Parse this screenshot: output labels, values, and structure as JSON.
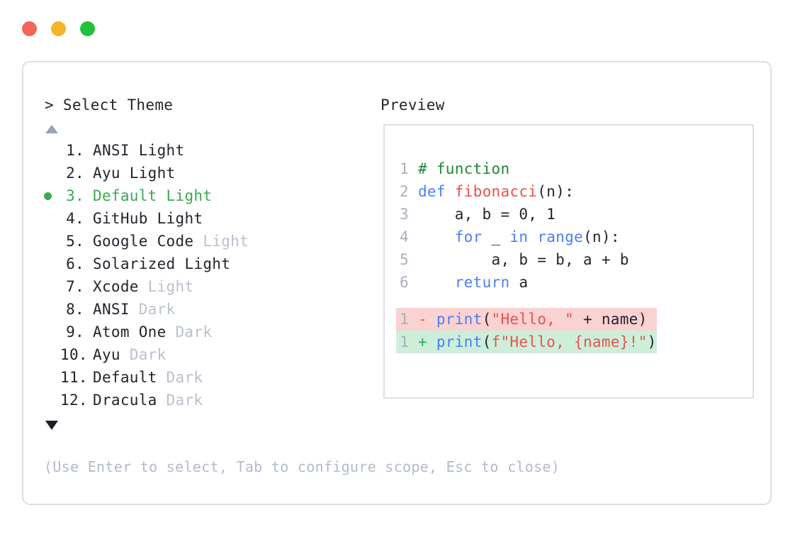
{
  "window": {
    "traffic_lights": [
      {
        "name": "close-button",
        "color": "#f2655c"
      },
      {
        "name": "minimize-button",
        "color": "#f5b52a"
      },
      {
        "name": "maximize-button",
        "color": "#22c03c"
      }
    ]
  },
  "prompt": {
    "symbol": ">",
    "text": "Select Theme",
    "full": "> Select Theme"
  },
  "scroll": {
    "up_arrow": "▲",
    "down_arrow": "▼",
    "up_color": "#9ba3b5",
    "down_color": "#1d1d28"
  },
  "themes": {
    "selected_index": 3,
    "selected_color": "#3aaa4f",
    "variant_color": "#b9c0cd",
    "items": [
      {
        "num": "1.",
        "name": "ANSI",
        "variant": "Light",
        "variant_dim": false,
        "selected": false
      },
      {
        "num": "2.",
        "name": "Ayu",
        "variant": "Light",
        "variant_dim": false,
        "selected": false
      },
      {
        "num": "3.",
        "name": "Default",
        "variant": "Light",
        "variant_dim": false,
        "selected": true
      },
      {
        "num": "4.",
        "name": "GitHub",
        "variant": "Light",
        "variant_dim": false,
        "selected": false
      },
      {
        "num": "5.",
        "name": "Google Code",
        "variant": "Light",
        "variant_dim": true,
        "selected": false
      },
      {
        "num": "6.",
        "name": "Solarized",
        "variant": "Light",
        "variant_dim": false,
        "selected": false
      },
      {
        "num": "7.",
        "name": "Xcode",
        "variant": "Light",
        "variant_dim": true,
        "selected": false
      },
      {
        "num": "8.",
        "name": "ANSI",
        "variant": "Dark",
        "variant_dim": true,
        "selected": false
      },
      {
        "num": "9.",
        "name": "Atom One",
        "variant": "Dark",
        "variant_dim": true,
        "selected": false
      },
      {
        "num": "10.",
        "name": "Ayu",
        "variant": "Dark",
        "variant_dim": true,
        "selected": false
      },
      {
        "num": "11.",
        "name": "Default",
        "variant": "Dark",
        "variant_dim": true,
        "selected": false
      },
      {
        "num": "12.",
        "name": "Dracula",
        "variant": "Dark",
        "variant_dim": true,
        "selected": false
      }
    ]
  },
  "hint": {
    "text": "(Use Enter to select, Tab to configure scope, Esc to close)"
  },
  "preview": {
    "label": "Preview",
    "code_lines": [
      {
        "ln": "1",
        "tokens": [
          {
            "t": "# function",
            "c": "comment"
          }
        ]
      },
      {
        "ln": "2",
        "tokens": [
          {
            "t": "def ",
            "c": "kw"
          },
          {
            "t": "fibonacci",
            "c": "fn"
          },
          {
            "t": "(n):",
            "c": "punct"
          }
        ]
      },
      {
        "ln": "3",
        "tokens": [
          {
            "t": "    a, b = 0, 1",
            "c": "plain"
          }
        ]
      },
      {
        "ln": "4",
        "tokens": [
          {
            "t": "    ",
            "c": "plain"
          },
          {
            "t": "for",
            "c": "kw"
          },
          {
            "t": " _ ",
            "c": "plain"
          },
          {
            "t": "in",
            "c": "kw"
          },
          {
            "t": " ",
            "c": "plain"
          },
          {
            "t": "range",
            "c": "builtin"
          },
          {
            "t": "(n):",
            "c": "punct"
          }
        ]
      },
      {
        "ln": "5",
        "tokens": [
          {
            "t": "        a, b = b, a + b",
            "c": "plain"
          }
        ]
      },
      {
        "ln": "6",
        "tokens": [
          {
            "t": "    ",
            "c": "plain"
          },
          {
            "t": "return",
            "c": "kw"
          },
          {
            "t": " a",
            "c": "plain"
          }
        ]
      }
    ],
    "diff_lines": [
      {
        "ln": "1",
        "marker": "-",
        "kind": "del",
        "bg": "#fad2d2",
        "tokens": [
          {
            "t": "print",
            "c": "builtin"
          },
          {
            "t": "(",
            "c": "punct"
          },
          {
            "t": "\"Hello, \"",
            "c": "str"
          },
          {
            "t": " + name)",
            "c": "plain"
          }
        ]
      },
      {
        "ln": "1",
        "marker": "+",
        "kind": "add",
        "bg": "#cdefda",
        "tokens": [
          {
            "t": "print",
            "c": "builtin"
          },
          {
            "t": "(",
            "c": "punct"
          },
          {
            "t": "f\"Hello, {name}!\"",
            "c": "str"
          },
          {
            "t": ")",
            "c": "punct"
          }
        ]
      }
    ]
  }
}
